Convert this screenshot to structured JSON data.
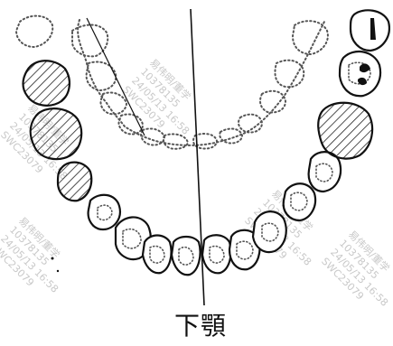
{
  "figure": {
    "caption": "下顎",
    "line_color": "#111111",
    "hatch_color": "#222222",
    "dotted_outline_color": "#555555",
    "background": "#ffffff"
  },
  "watermarks": [
    [
      "易伟明/董学",
      "10378135",
      "24/05/13 16:58",
      "SWC23079"
    ],
    [
      "易伟明/董学",
      "10378135",
      "24/05/13 16:58",
      "SWC23079"
    ],
    [
      "易伟明/董学",
      "10378135",
      "24/05/13 16:58",
      "SWC23079"
    ],
    [
      "易伟明/董学",
      "10378135",
      "24/05/13 16:58",
      "SWC23079"
    ],
    [
      "易伟明/董学",
      "10378135",
      "24/05/13 16:58",
      "SWC23079"
    ]
  ]
}
